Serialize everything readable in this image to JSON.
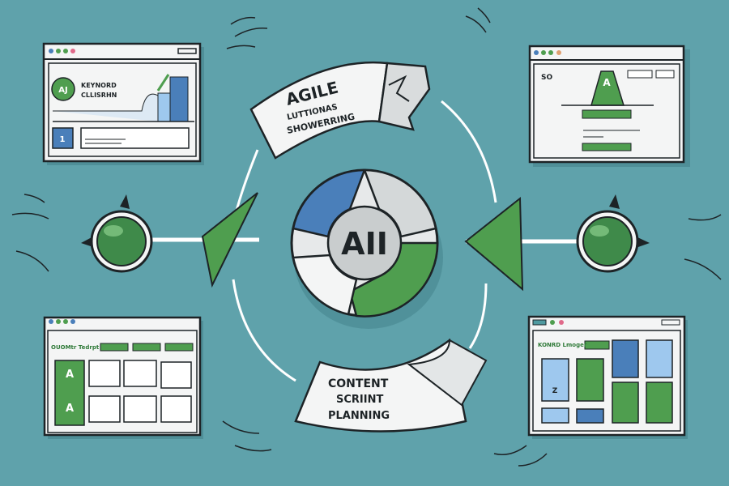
{
  "colors": {
    "background": "#5fa2ab",
    "green": "#4f9e4f",
    "blue": "#4a7fba",
    "light_blue": "#9ec8ee",
    "panel": "#f4f5f5",
    "ink": "#1d2326"
  },
  "center": {
    "label": "AII"
  },
  "top_banner": {
    "line1": "AGILE",
    "line2": "LUTTIONAS",
    "line3": "SHOWERRING"
  },
  "bottom_banner": {
    "line1": "CONTENT",
    "line2": "SCRIINT",
    "line3": "PLANNING"
  },
  "window_top_left": {
    "badge": "AJ",
    "title1": "KEYNORD",
    "title2": "CLLISRHN",
    "tile": "1"
  },
  "window_top_right": {
    "heading": "SO",
    "badge": "A"
  },
  "window_bottom_left": {
    "heading": "OUOMtr Tedrpt",
    "card1": "A",
    "card2": "A"
  },
  "window_bottom_right": {
    "heading": "KONRD Lmoger",
    "tile_label": "Z"
  },
  "icons": [
    "globe-ball-icon",
    "triangle-arrow-icon",
    "cycle-ring-icon",
    "browser-window-icon"
  ]
}
